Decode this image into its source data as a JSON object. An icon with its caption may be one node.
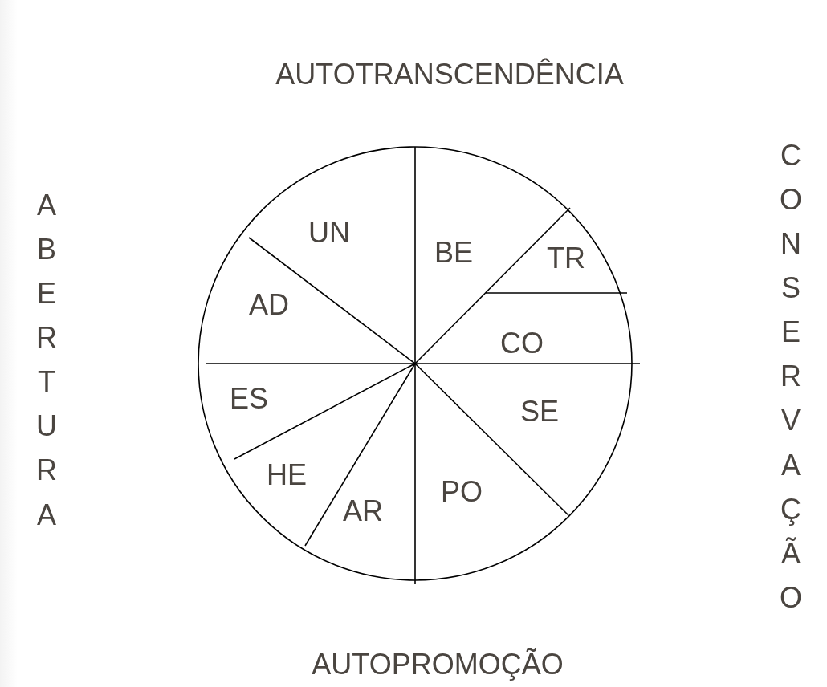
{
  "diagram": {
    "labels": [
      "AUTOTRANSCENDÊNCIA",
      "ABERTURA",
      "CONSERVAÇÃO",
      "UN",
      "BE",
      "TR",
      "AD",
      "CO",
      "ES",
      "SE",
      "HE",
      "PO",
      "AR",
      "AUTOPROMOÇÃO"
    ]
  }
}
